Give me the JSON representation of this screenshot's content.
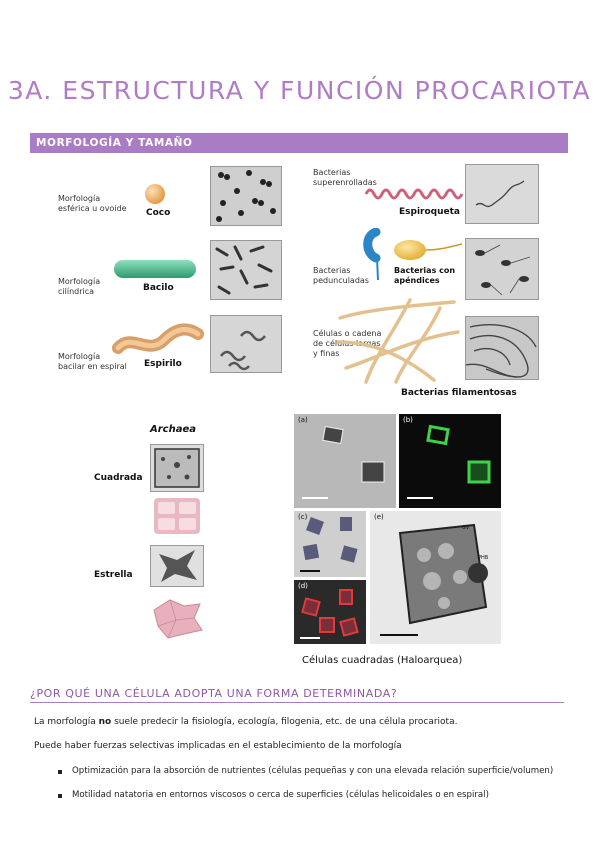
{
  "title": "3A. ESTRUCTURA Y FUNCIÓN PROCARIOTA",
  "section1": "MORFOLOGÍA Y TAMAÑO",
  "morph": {
    "coco_desc": [
      "Morfología",
      "esférica u ovoide"
    ],
    "coco": "Coco",
    "bacilo_desc": [
      "Morfología",
      "cilíndrica"
    ],
    "bacilo": "Bacilo",
    "espirilo_desc": [
      "Morfología",
      "bacilar en espiral"
    ],
    "espirilo": "Espirilo",
    "super_desc": [
      "Bacterias",
      "superenrolladas"
    ],
    "espiroqueta": "Espiroqueta",
    "ped_desc": [
      "Bacterias",
      "pedunculadas"
    ],
    "apend": [
      "Bacterias con",
      "apéndices"
    ],
    "fil_desc": [
      "Células o cadena",
      "de células largas",
      "y finas"
    ],
    "filamentosas": "Bacterias filamentosas"
  },
  "archaea": {
    "title": "Archaea",
    "cuadrada": "Cuadrada",
    "estrella": "Estrella",
    "panels": [
      "(a)",
      "(b)",
      "(c)",
      "(d)",
      "(e)"
    ],
    "gv": "GV",
    "phb": "PHB",
    "caption": "Células cuadradas (Haloarquea)"
  },
  "section2": "¿POR QUÉ UNA CÉLULA ADOPTA UNA FORMA DETERMINADA?",
  "p1": {
    "before": "La morfología ",
    "bold": "no",
    "after": " suele predecir la fisiología, ecología, filogenia, etc. de una célula procariota."
  },
  "p2": "Puede haber fuerzas selectivas implicadas en el establecimiento de la morfología",
  "bullets": [
    "Optimización para la absorción de nutrientes (células pequeñas y con una elevada relación superficie/volumen)",
    "Motilidad natatoria en entornos viscosos o cerca de superficies (células helicoidales o en espiral)"
  ],
  "colors": {
    "accent": "#a97cc4",
    "title": "#b07cc6"
  }
}
